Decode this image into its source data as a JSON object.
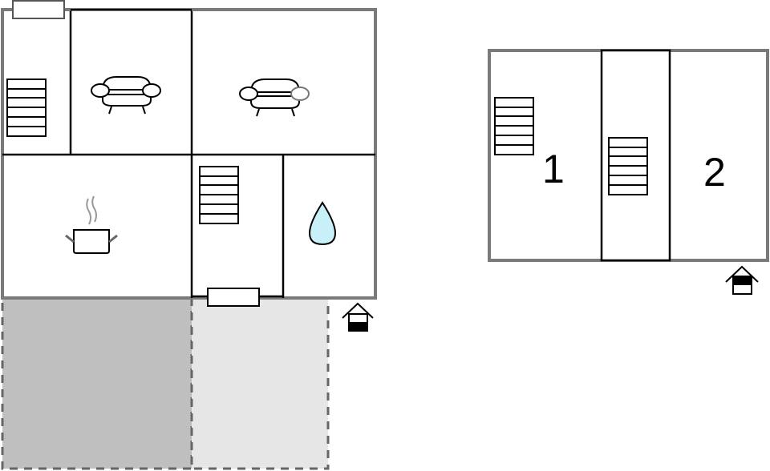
{
  "colors": {
    "outer_wall": "#7a7a7a",
    "inner_wall": "#000000",
    "terrace_dark": "#bfbfbf",
    "terrace_light": "#e6e6e6",
    "dashed_border": "#666666",
    "water_drop": "#c8f0f8",
    "steam": "#999999"
  },
  "ground_floor": {
    "rooms": [
      {
        "name": "hall-left",
        "icon": "stairs-icon"
      },
      {
        "name": "living-room-1",
        "icon": "sofa-icon"
      },
      {
        "name": "living-room-2",
        "icon": "sofa-icon"
      },
      {
        "name": "kitchen",
        "icon": "cooking-pot-icon"
      },
      {
        "name": "stair-hall",
        "icon": "stairs-icon"
      },
      {
        "name": "bathroom",
        "icon": "water-drop-icon"
      }
    ],
    "terraces": [
      {
        "name": "covered-terrace",
        "shade": "dark"
      },
      {
        "name": "open-terrace",
        "shade": "light"
      }
    ],
    "floor_indicator": "ground-floor-icon"
  },
  "upper_floor": {
    "rooms": [
      {
        "name": "bedroom-1",
        "label": "1",
        "icon": "stairs-icon"
      },
      {
        "name": "landing",
        "icon": "stairs-icon"
      },
      {
        "name": "bedroom-2",
        "label": "2"
      }
    ],
    "floor_indicator": "upper-floor-icon"
  }
}
